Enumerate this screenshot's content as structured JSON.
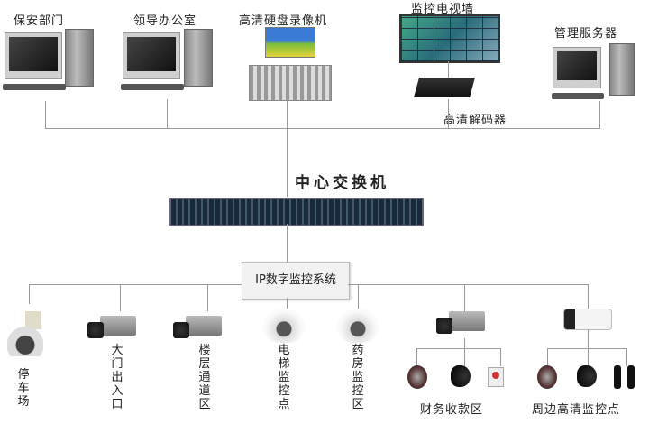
{
  "top_nodes": {
    "security_dept": "保安部门",
    "leader_office": "领导办公室",
    "hd_nvr": "高清硬盘录像机",
    "video_wall": "监控电视墙",
    "mgmt_server": "管理服务器",
    "hd_decoder": "高清解码器"
  },
  "core_switch": "中心交换机",
  "system_box": "IP数字监控系统",
  "bottom_nodes": {
    "parking": "停车场",
    "gate": "大门出入口",
    "corridor": "楼层通道区",
    "elevator": "电梯监控点",
    "pharmacy": "药房监控区",
    "cashier": "财务收款区",
    "perimeter": "周边高清监控点"
  }
}
